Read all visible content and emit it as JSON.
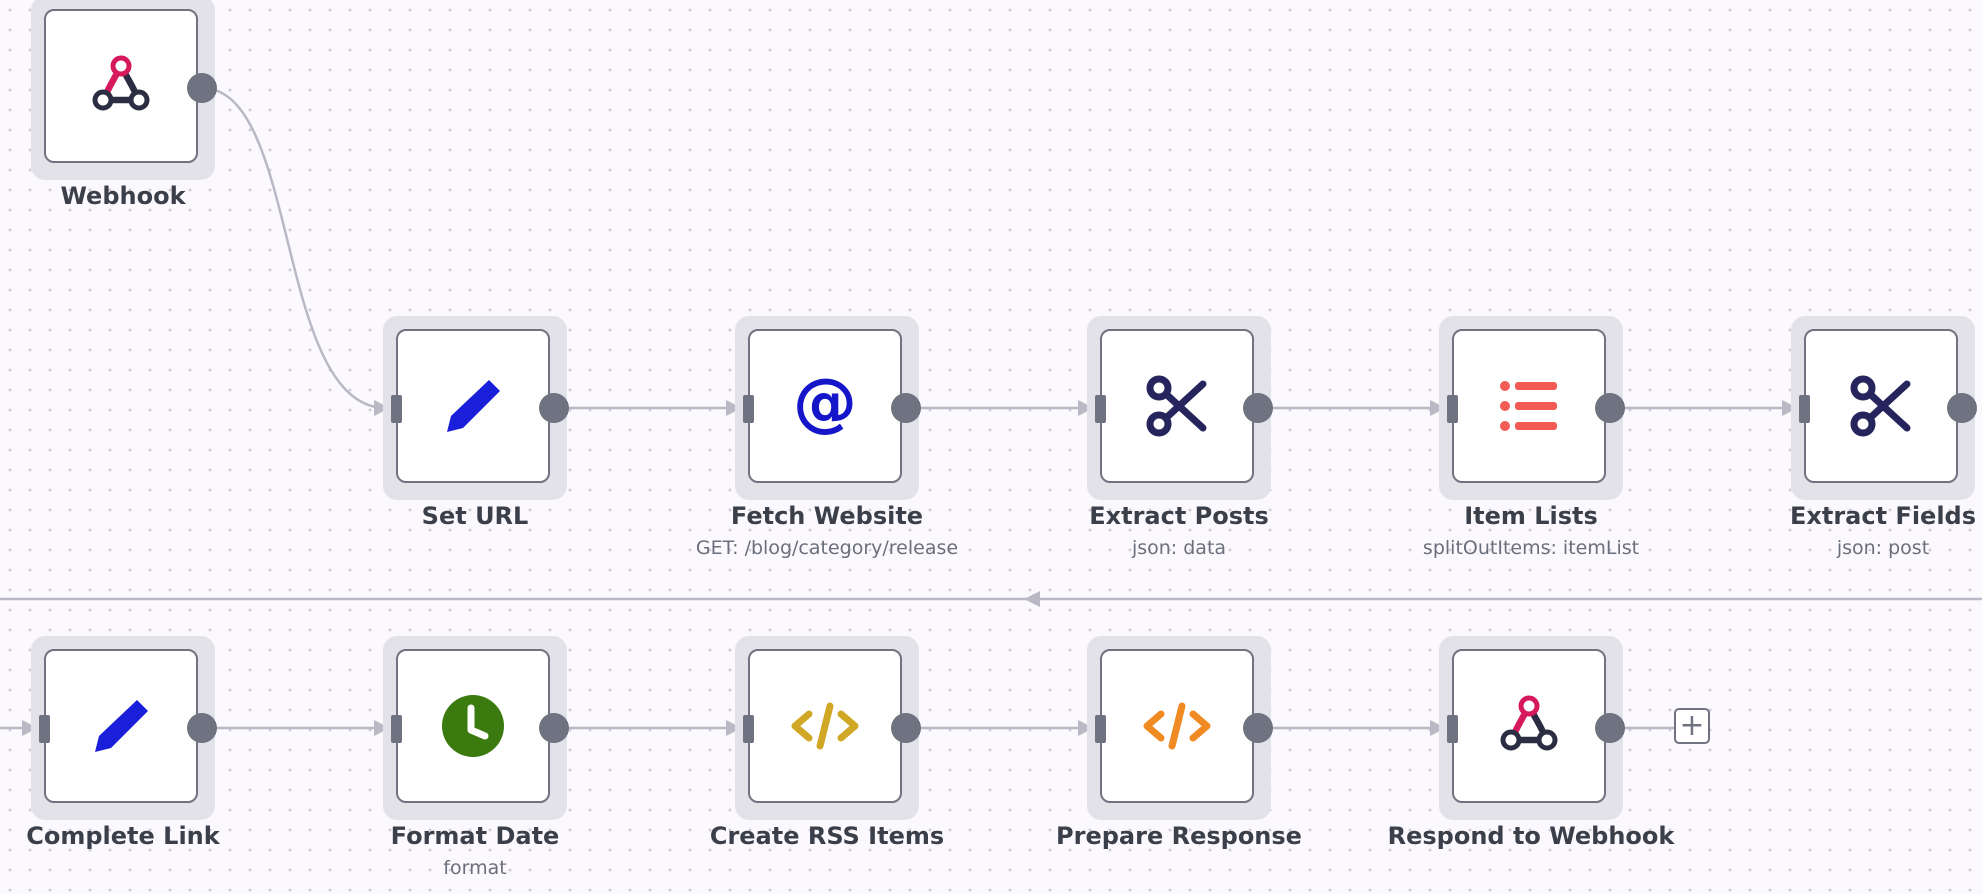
{
  "workflow": {
    "nodes": [
      {
        "id": "webhook",
        "title": "Webhook",
        "subtitle": "",
        "icon": "webhook-icon",
        "icon_color": "#d6185d"
      },
      {
        "id": "set-url",
        "title": "Set URL",
        "subtitle": "",
        "icon": "pencil-icon",
        "icon_color": "#1a1fd9"
      },
      {
        "id": "fetch-website",
        "title": "Fetch Website",
        "subtitle": "GET: /blog/category/release",
        "icon": "at-sign-icon",
        "icon_color": "#1515c9"
      },
      {
        "id": "extract-posts",
        "title": "Extract Posts",
        "subtitle": "json: data",
        "icon": "scissors-icon",
        "icon_color": "#26245c"
      },
      {
        "id": "item-lists",
        "title": "Item Lists",
        "subtitle": "splitOutItems: itemList",
        "icon": "list-icon",
        "icon_color": "#f25c54"
      },
      {
        "id": "extract-fields",
        "title": "Extract Fields",
        "subtitle": "json: post",
        "icon": "scissors-icon",
        "icon_color": "#26245c"
      },
      {
        "id": "complete-link",
        "title": "Complete Link",
        "subtitle": "",
        "icon": "pencil-icon",
        "icon_color": "#1a1fd9"
      },
      {
        "id": "format-date",
        "title": "Format Date",
        "subtitle": "format",
        "icon": "clock-icon",
        "icon_color": "#3a7a0e"
      },
      {
        "id": "create-rss-items",
        "title": "Create RSS Items",
        "subtitle": "",
        "icon": "code-icon",
        "icon_color": "#d1a826"
      },
      {
        "id": "prepare-response",
        "title": "Prepare Response",
        "subtitle": "",
        "icon": "code-icon",
        "icon_color": "#f08a22"
      },
      {
        "id": "respond-to-webhook",
        "title": "Respond to Webhook",
        "subtitle": "",
        "icon": "webhook-icon",
        "icon_color": "#d6185d"
      }
    ],
    "add_node_label": "+"
  }
}
